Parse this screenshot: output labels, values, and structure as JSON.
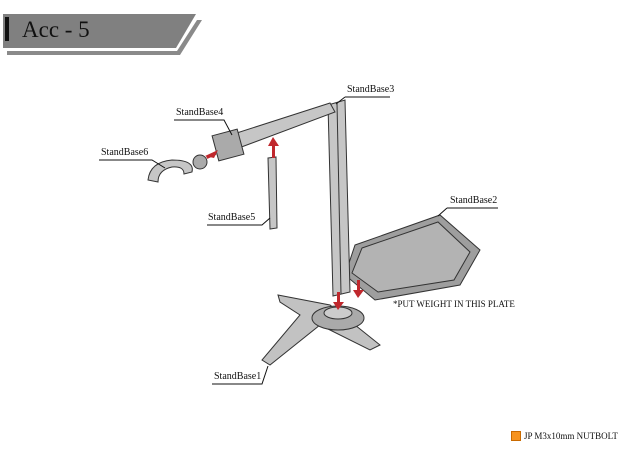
{
  "header": {
    "title": "Acc - 5"
  },
  "labels": {
    "standbase1": "StandBase1",
    "standbase2": "StandBase2",
    "standbase3": "StandBase3",
    "standbase4": "StandBase4",
    "standbase5": "StandBase5",
    "standbase6": "StandBase6"
  },
  "note": "*PUT WEIGHT IN THIS PLATE",
  "legend": {
    "label": "JP M3x10mm NUTBOLT",
    "color": "#f7931e"
  },
  "colors": {
    "part": "#b8b8b8",
    "arrow": "#c0282d",
    "banner": "#7f7f7f"
  }
}
